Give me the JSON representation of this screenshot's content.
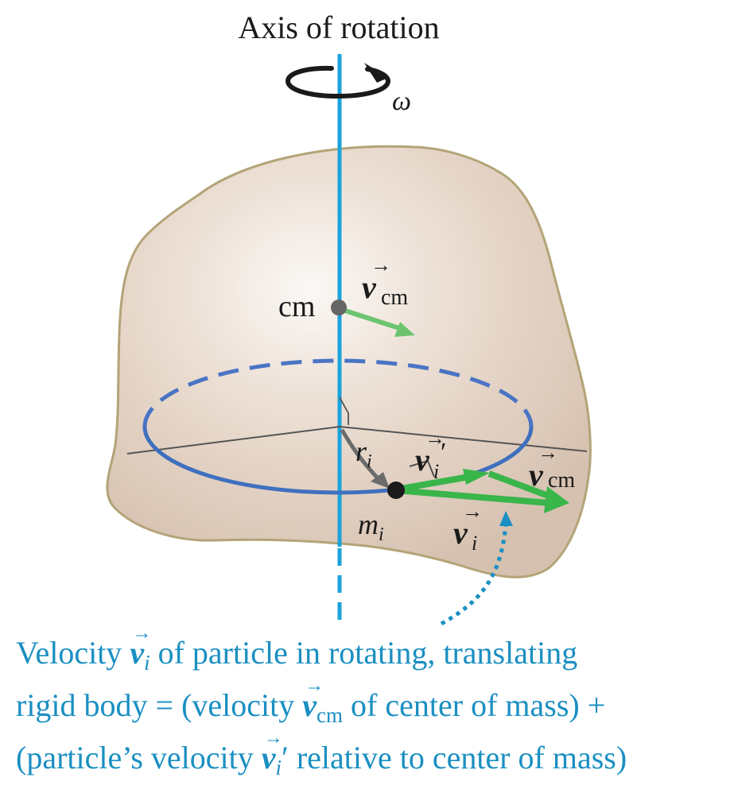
{
  "figure": {
    "title": "Axis of rotation",
    "omega_label": "ω",
    "cm_label": "cm",
    "vector_symbol": "v",
    "vector_arrow": "→",
    "sub_cm": "cm",
    "sub_i": "i",
    "prime": "′",
    "r_label": "r",
    "m_label": "m",
    "colors": {
      "body_fill": "#e6d6c9",
      "body_stroke": "#b3a478",
      "axis": "#1aa3dc",
      "orbit": "#3f6fbf",
      "velocity": "#3ab54a",
      "vcm_at_cm": "#6cc46f",
      "text": "#1a1a1a",
      "caption": "#1a8fc2"
    }
  },
  "caption": {
    "l1_a": "Velocity ",
    "l1_b": " of particle in rotating, translating",
    "l2_a": "rigid body ",
    "l2_eq": "=",
    "l2_b": " (velocity ",
    "l2_c": " of center of mass) ",
    "l2_plus": "+",
    "l3_a": "(particle’s velocity ",
    "l3_b": " relative to center of mass)"
  }
}
